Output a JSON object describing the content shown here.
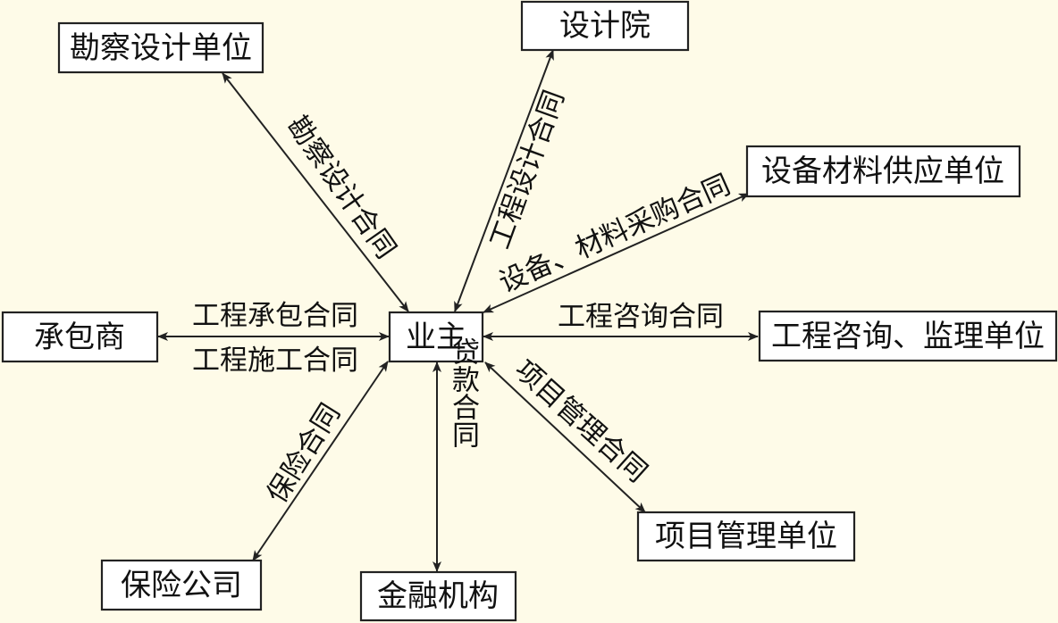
{
  "colors": {
    "background": "#fefbe8",
    "box_fill": "#ffffff",
    "stroke": "#222222",
    "text": "#111111"
  },
  "nodes": {
    "owner": "业主",
    "survey_design_unit": "勘察设计单位",
    "design_institute": "设计院",
    "equipment_supplier": "设备材料供应单位",
    "contractor": "承包商",
    "consulting_unit": "工程咨询、监理单位",
    "pm_unit": "项目管理单位",
    "insurance_company": "保险公司",
    "finance_institution": "金融机构"
  },
  "contracts": {
    "survey_design": "勘察设计合同",
    "engineering_design": "工程设计合同",
    "equipment_purchase": "设备、材料采购合同",
    "contracting": "工程承包合同",
    "construction": "工程施工合同",
    "consulting": "工程咨询合同",
    "project_management": "项目管理合同",
    "insurance": "保险合同",
    "loan": "贷款合同"
  }
}
